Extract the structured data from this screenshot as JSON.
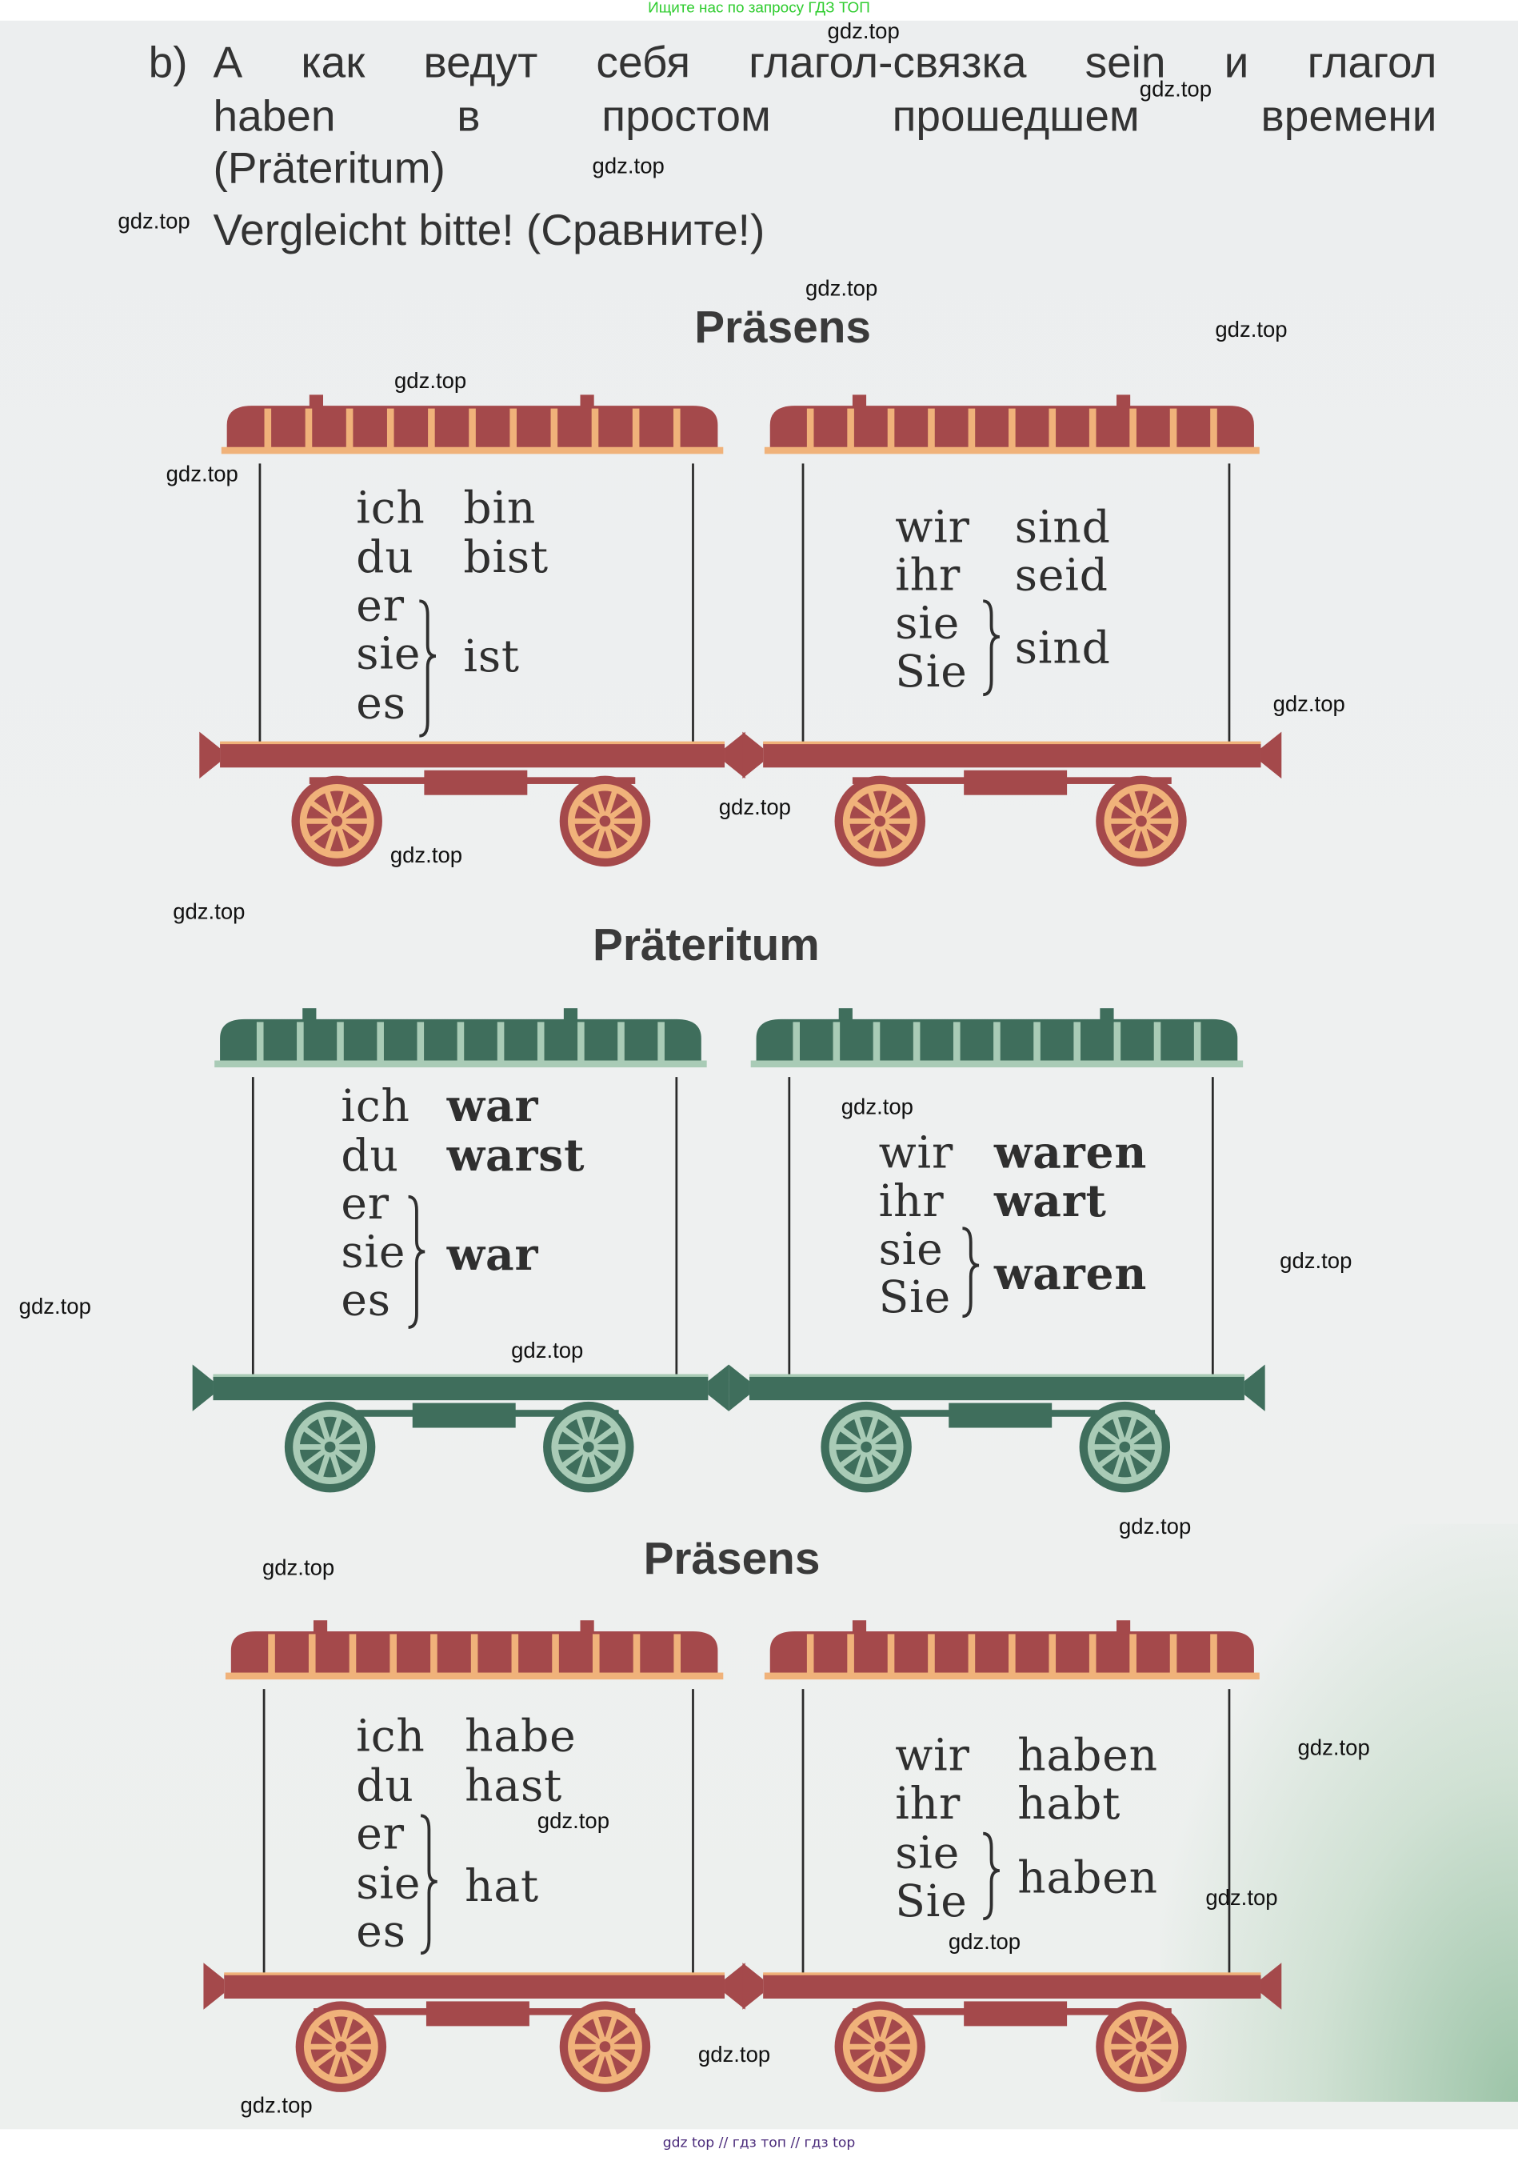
{
  "banner": "Ищите нас по запросу ГДЗ ТОП",
  "footer": "gdz top  //  гдз топ  //  гдз top",
  "watermark": "gdz.top",
  "heading": {
    "label": "b)",
    "line1": [
      "А",
      "как",
      "ведут",
      "себя",
      "глагол-связка",
      "sein",
      "и",
      "глагол"
    ],
    "line2": [
      "haben",
      "в",
      "простом",
      "прошедшем",
      "времени"
    ],
    "line3": "(Präteritum)",
    "line4": "Vergleicht bitte! (Сравните!)"
  },
  "sections": [
    {
      "title": "Präsens",
      "color": "#a4494b",
      "accent": "#f0b27a",
      "left": {
        "pronouns": [
          "ich",
          "du",
          "er",
          "sie",
          "es"
        ],
        "verbs": [
          "bin",
          "bist",
          "ist"
        ]
      },
      "right": {
        "pronouns": [
          "wir",
          "ihr",
          "sie",
          "Sie"
        ],
        "verbs": [
          "sind",
          "seid",
          "sind"
        ]
      }
    },
    {
      "title": "Präteritum",
      "color": "#3f6e5c",
      "accent": "#a9cbb6",
      "left": {
        "pronouns": [
          "ich",
          "du",
          "er",
          "sie",
          "es"
        ],
        "verbs": [
          "war",
          "warst",
          "war"
        ]
      },
      "right": {
        "pronouns": [
          "wir",
          "ihr",
          "sie",
          "Sie"
        ],
        "verbs": [
          "waren",
          "wart",
          "waren"
        ]
      }
    },
    {
      "title": "Präsens",
      "color": "#a4494b",
      "accent": "#f0b27a",
      "left": {
        "pronouns": [
          "ich",
          "du",
          "er",
          "sie",
          "es"
        ],
        "verbs": [
          "habe",
          "hast",
          "hat"
        ]
      },
      "right": {
        "pronouns": [
          "wir",
          "ihr",
          "sie",
          "Sie"
        ],
        "verbs": [
          "haben",
          "habt",
          "haben"
        ]
      }
    }
  ]
}
